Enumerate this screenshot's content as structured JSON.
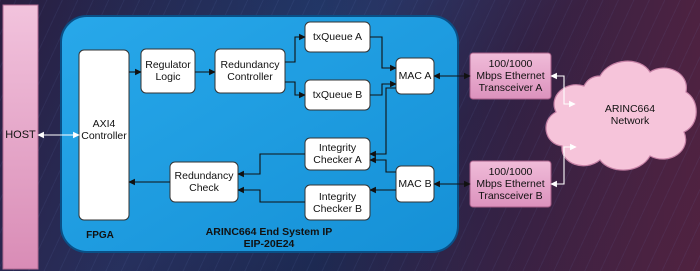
{
  "host": "HOST",
  "fpga": {
    "label": "FPGA",
    "ip_title": "ARINC664 End System IP",
    "ip_id": "EIP-20E24"
  },
  "blocks": {
    "axi4": [
      "AXI4",
      "Controller"
    ],
    "regulator": [
      "Regulator",
      "Logic"
    ],
    "redundancy_controller": [
      "Redundancy",
      "Controller"
    ],
    "txqueue_a": [
      "txQueue A"
    ],
    "txqueue_b": [
      "txQueue B"
    ],
    "mac_a": [
      "MAC A"
    ],
    "mac_b": [
      "MAC B"
    ],
    "integrity_a": [
      "Integrity",
      "Checker A"
    ],
    "integrity_b": [
      "Integrity",
      "Checker B"
    ],
    "redundancy_check": [
      "Redundancy",
      "Check"
    ]
  },
  "transceivers": {
    "a": [
      "100/1000",
      "Mbps Ethernet",
      "Transceiver A"
    ],
    "b": [
      "100/1000",
      "Mbps Ethernet",
      "Transceiver B"
    ]
  },
  "network": [
    "ARINC664",
    "Network"
  ],
  "colors": {
    "fpga_fill": "#1e9ee0",
    "fpga_stroke": "#0a4f86",
    "host_fill": "#e8a8cc",
    "transceiver_fill": "#e9a6cc",
    "network_fill": "#f6c4da",
    "block_fill": "#ffffff"
  }
}
